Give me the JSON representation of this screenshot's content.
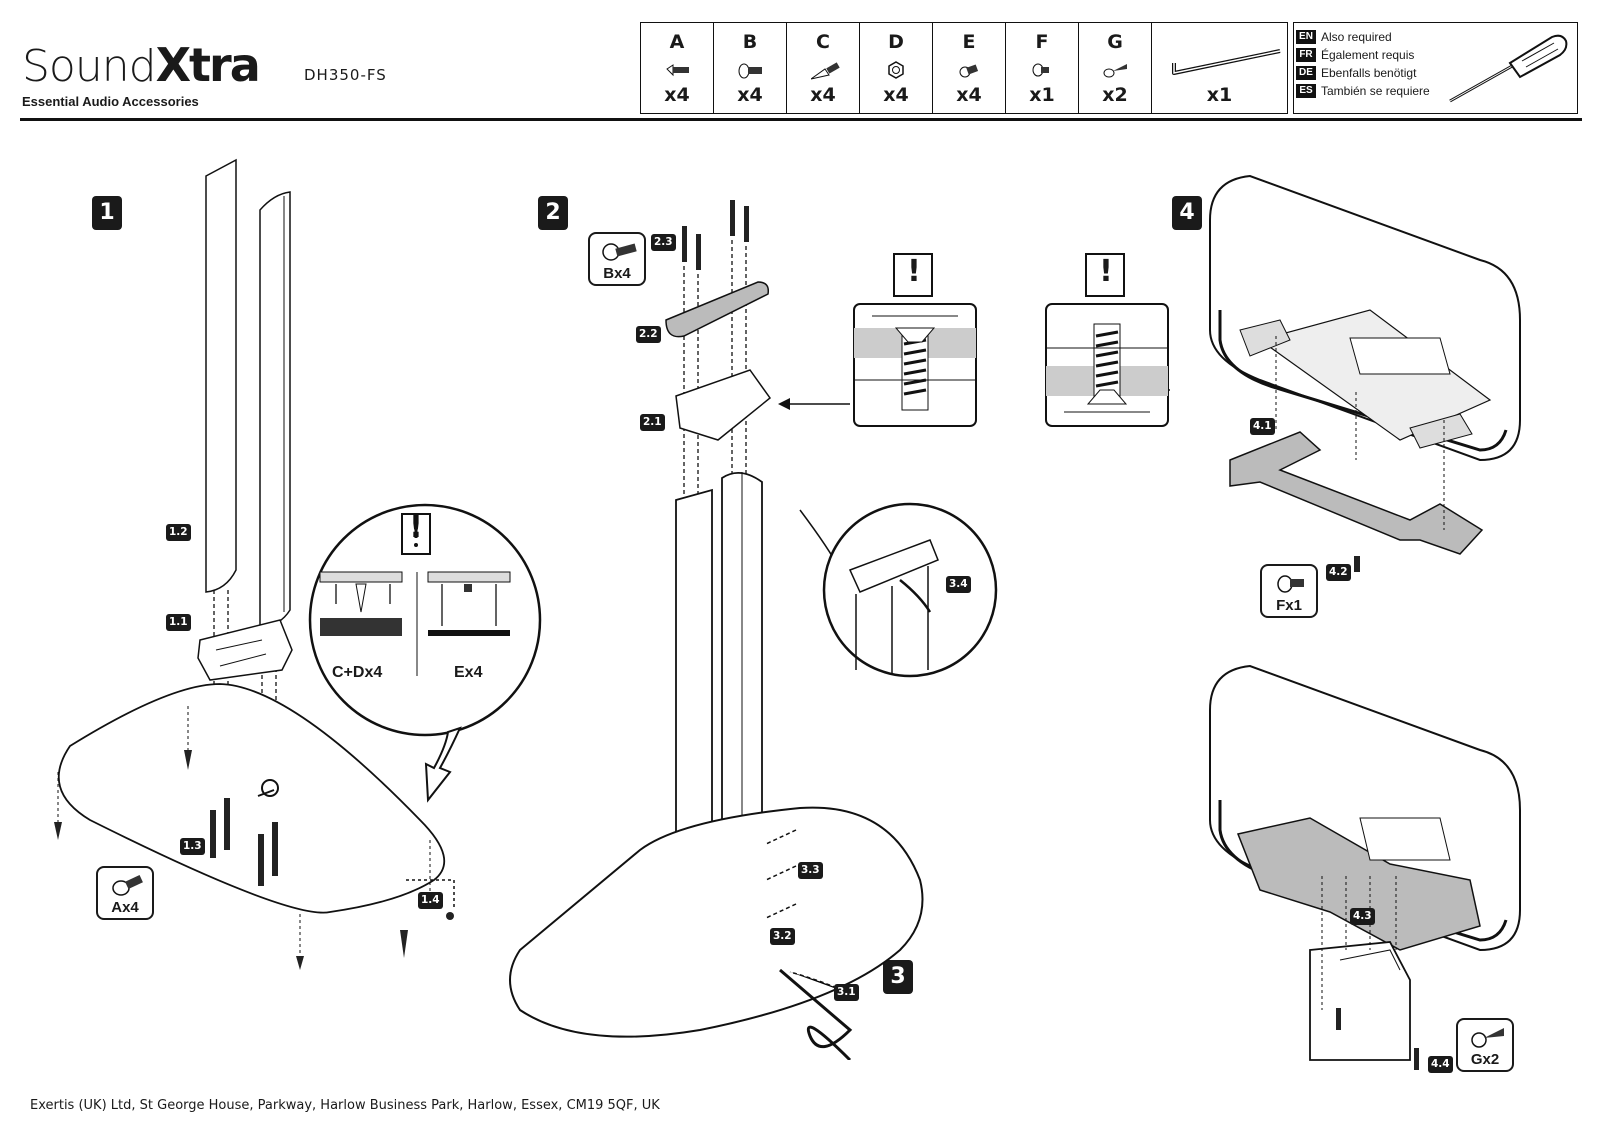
{
  "brand": {
    "sound": "Sound",
    "xtra": "Xtra",
    "tagline": "Essential Audio Accessories"
  },
  "model": "DH350-FS",
  "parts": [
    {
      "letter": "A",
      "qty": "x4",
      "icon": "countersunk-bolt-icon"
    },
    {
      "letter": "B",
      "qty": "x4",
      "icon": "pan-head-bolt-icon"
    },
    {
      "letter": "C",
      "qty": "x4",
      "icon": "spike-icon"
    },
    {
      "letter": "D",
      "qty": "x4",
      "icon": "nut-icon"
    },
    {
      "letter": "E",
      "qty": "x4",
      "icon": "foot-pad-screw-icon"
    },
    {
      "letter": "F",
      "qty": "x1",
      "icon": "short-screw-icon"
    },
    {
      "letter": "G",
      "qty": "x2",
      "icon": "wood-screw-icon"
    },
    {
      "letter": "",
      "qty": "x1",
      "icon": "allen-key-icon"
    }
  ],
  "also_required": [
    {
      "code": "EN",
      "text": "Also required"
    },
    {
      "code": "FR",
      "text": "Également requis"
    },
    {
      "code": "DE",
      "text": "Ebenfalls benötigt"
    },
    {
      "code": "ES",
      "text": "También se requiere"
    }
  ],
  "steps": [
    "1",
    "2",
    "3",
    "4"
  ],
  "substeps": {
    "s11": "1.1",
    "s12": "1.2",
    "s13": "1.3",
    "s14": "1.4",
    "s21": "2.1",
    "s22": "2.2",
    "s23": "2.3",
    "s31": "3.1",
    "s32": "3.2",
    "s33": "3.3",
    "s34": "3.4",
    "s41": "4.1",
    "s42": "4.2",
    "s43": "4.3",
    "s44": "4.4"
  },
  "callouts": {
    "ax4": "Ax4",
    "bx4": "Bx4",
    "fx1": "Fx1",
    "gx2": "Gx2"
  },
  "warning": {
    "mark": "!",
    "option_spikes": "C+Dx4",
    "option_feet": "Ex4"
  },
  "footer": "Exertis (UK) Ltd, St George House, Parkway, Harlow Business Park, Harlow, Essex, CM19 5QF, UK"
}
